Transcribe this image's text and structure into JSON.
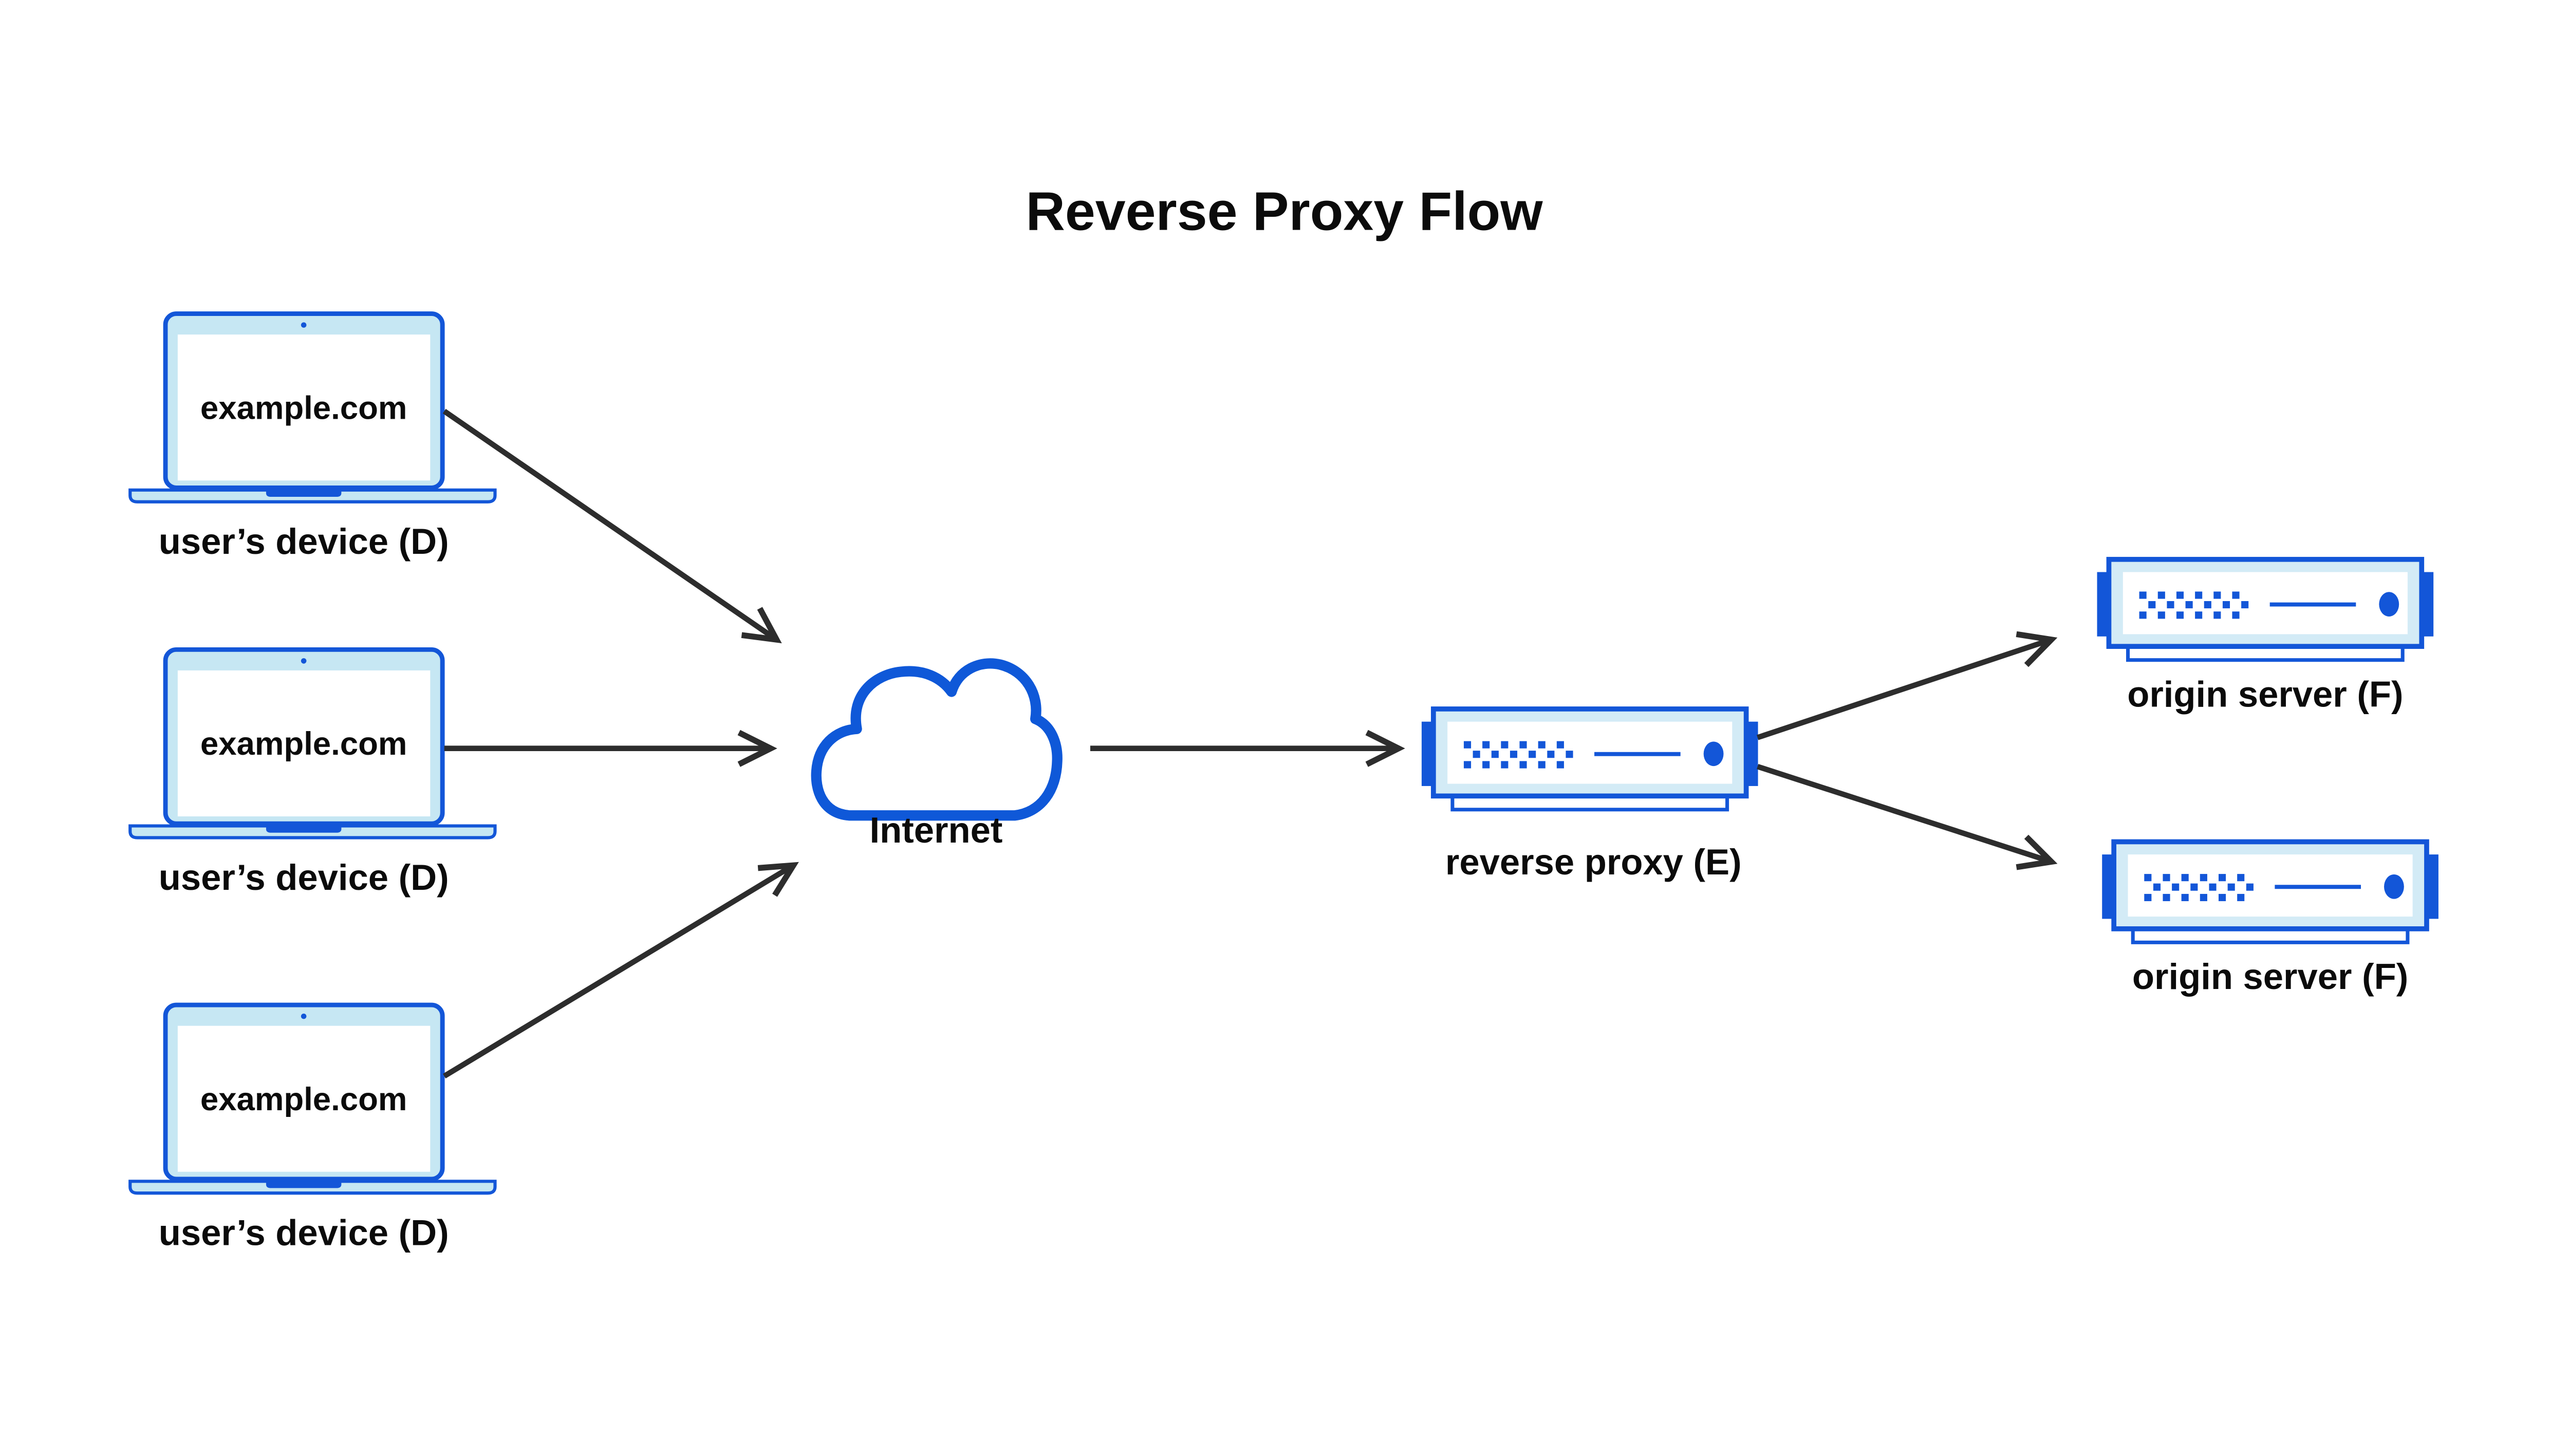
{
  "title": "Reverse Proxy Flow",
  "colors": {
    "accent_blue": "#1356d8",
    "cloud_blue": "#0f58d8",
    "laptop_body_fill": "#c6e7f3",
    "server_frame_fill": "#d3ebf6",
    "panel_white": "#ffffff",
    "arrow_dark": "#2d2d2d",
    "text_dark": "#0b0b0b"
  },
  "nodes": {
    "devices": [
      {
        "screen_text": "example.com",
        "label": "user’s device (D)"
      },
      {
        "screen_text": "example.com",
        "label": "user’s device (D)"
      },
      {
        "screen_text": "example.com",
        "label": "user’s device (D)"
      }
    ],
    "internet": {
      "label": "Internet"
    },
    "reverse_proxy": {
      "label": "reverse proxy (E)"
    },
    "origin_servers": [
      {
        "label": "origin server (F)"
      },
      {
        "label": "origin server (F)"
      }
    ]
  },
  "edges": [
    {
      "from": "user’s device (D) #1",
      "to": "Internet"
    },
    {
      "from": "user’s device (D) #2",
      "to": "Internet"
    },
    {
      "from": "user’s device (D) #3",
      "to": "Internet"
    },
    {
      "from": "Internet",
      "to": "reverse proxy (E)"
    },
    {
      "from": "reverse proxy (E)",
      "to": "origin server (F) #1"
    },
    {
      "from": "reverse proxy (E)",
      "to": "origin server (F) #2"
    }
  ]
}
